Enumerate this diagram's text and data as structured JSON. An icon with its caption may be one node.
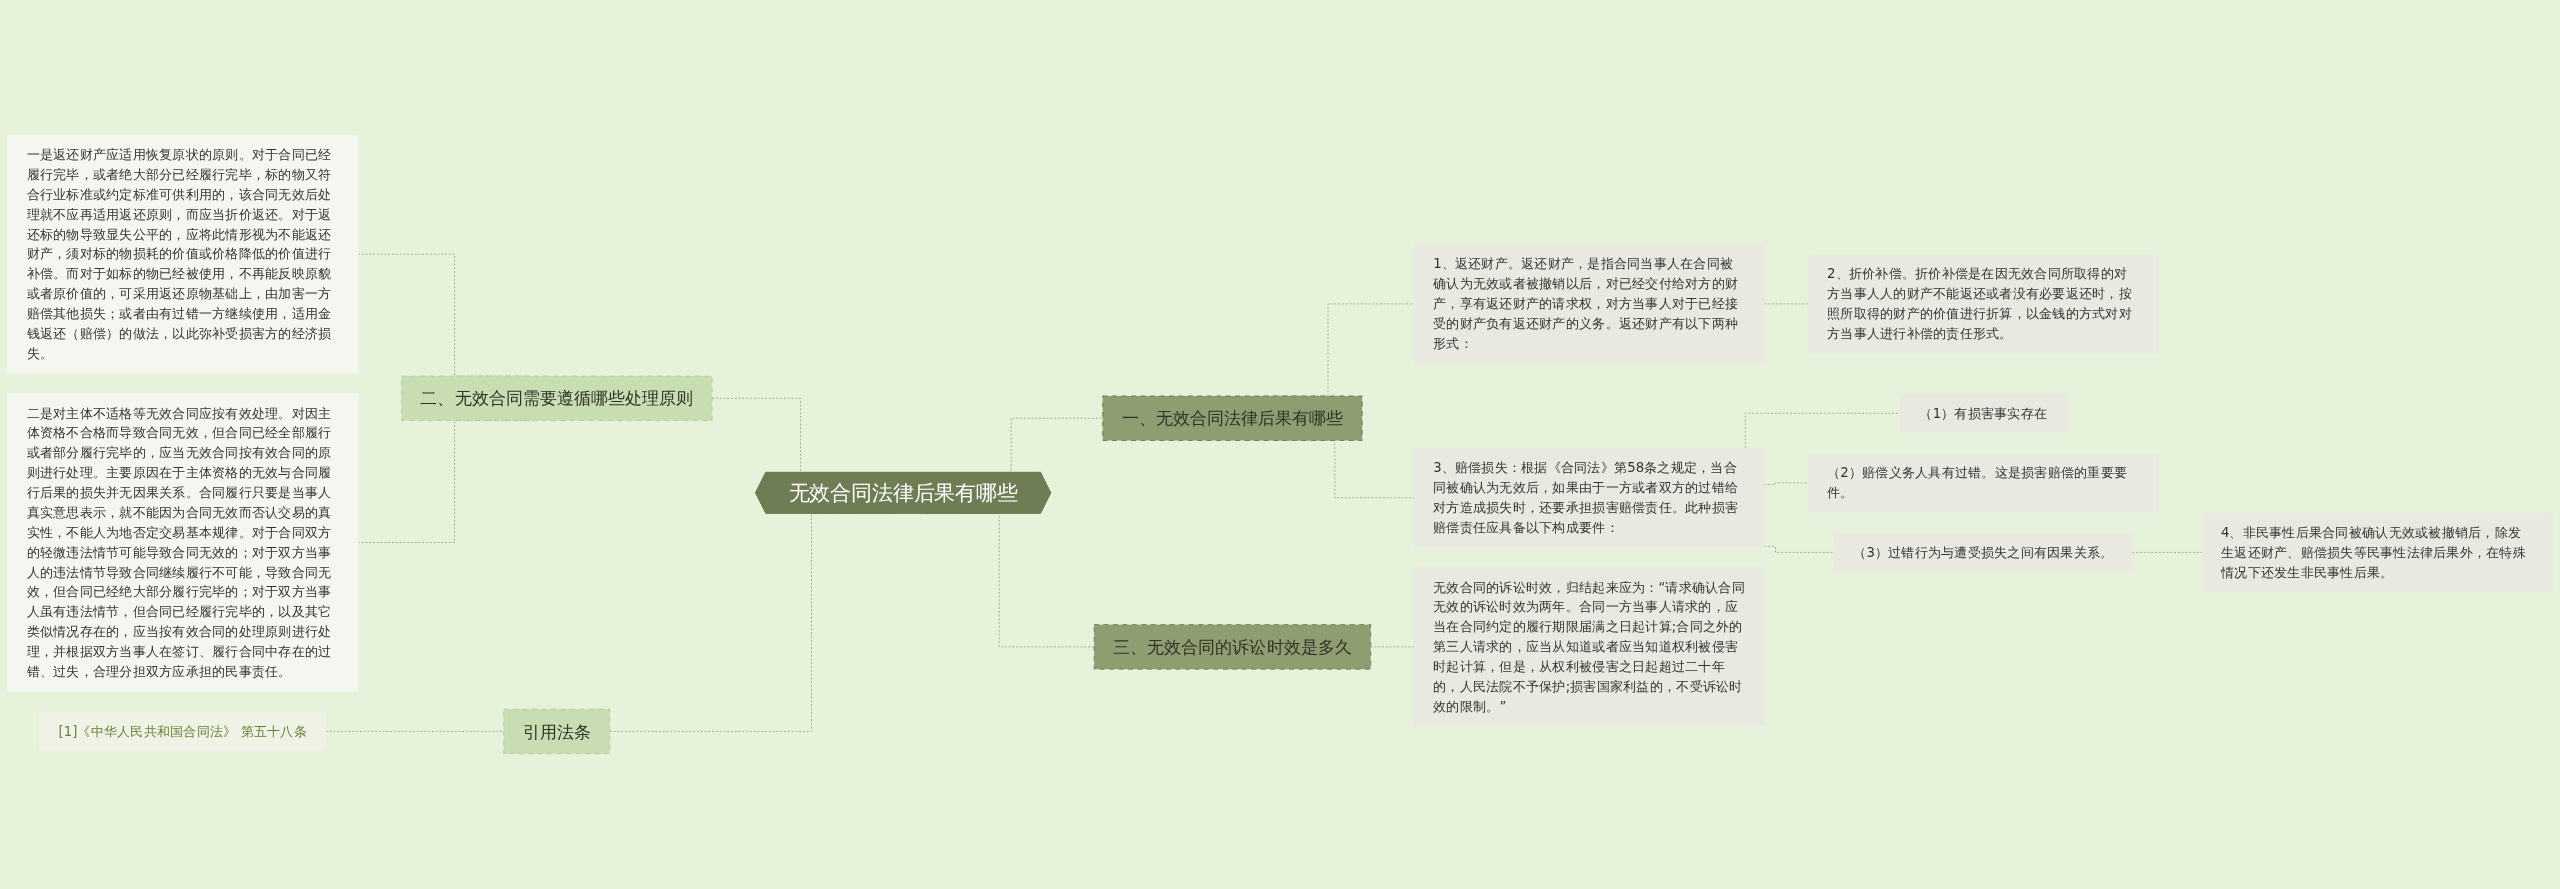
{
  "diagram": {
    "nodes": [
      {
        "text": [
          "无效合同法律后果有哪些"
        ]
      },
      {
        "text": [
          "一、无效合同法律后果有哪些"
        ]
      },
      {
        "text": [
          "1、返还财产。返还财产，是指合同当事人在合同被确认为无效或者被撤销以后，对已经交付给对方的财产，享有返还财产的请求权，对方当事人对于已经接受的财产负有返还财产的义务。返还财产有以下两种形式："
        ]
      },
      {
        "text": [
          "2、折价补偿。折价补偿是在因无效合同所取得的对方当事人人的财产不能返还或者没有必要返还时，按照所取得的财产的价值进行折算，以金钱的方式对对方当事人进行补偿的责任形式。"
        ]
      },
      {
        "text": [
          "3、赔偿损失：根据《合同法》第58条之规定，当合同被确认为无效后，如果由于一方或者双方的过错给对方造成损失时，还要承担损害赔偿责任。此种损害赔偿责任应具备以下构成要件："
        ]
      },
      {
        "text": [
          "（1）有损害事实存在"
        ]
      },
      {
        "text": [
          "（2）赔偿义务人具有过错。这是损害赔偿的重要要件。"
        ]
      },
      {
        "text": [
          "（3）过错行为与遭受损失之间有因果关系。"
        ]
      },
      {
        "text": [
          "4、非民事性后果合同被确认无效或被撤销后，除发生返还财产、赔偿损失等民事性法律后果外，在特殊情况下还发生非民事性后果。"
        ]
      },
      {
        "text": [
          "三、无效合同的诉讼时效是多久"
        ]
      },
      {
        "text": [
          "无效合同的诉讼时效，归结起来应为：“请求确认合同无效的诉讼时效为两年。合同一方当事人请求的，应当在合同约定的履行期限届满之日起计算;合同之外的第三人请求的，应当从知道或者应当知道权利被侵害时起计算，但是，从权利被侵害之日起超过二十年的，人民法院不予保护;损害国家利益的，不受诉讼时效的限制。”"
        ]
      },
      {
        "text": [
          "二、无效合同需要遵循哪些处理原则"
        ]
      },
      {
        "text": [
          "一是返还财产应适用恢复原状的原则。对于合同已经履行完毕，或者绝大部分已经履行完毕，标的物又符合行业标准或约定标准可供利用的，该合同无效后处理就不应再适用返还原则，而应当折价返还。对于返还标的物导致显失公平的，应将此情形视为不能返还财产，须对标的物损耗的价值或价格降低的价值进行补偿。而对于如标的物已经被使用，不再能反映原貌或者原价值的，可采用返还原物基础上，由加害一方赔偿其他损失；或者由有过错一方继续使用，适用金钱返还（赔偿）的做法，以此弥补受损害方的经济损失。"
        ]
      },
      {
        "text": [
          "二是对主体不适格等无效合同应按有效处理。对因主体资格不合格而导致合同无效，但合同已经全部履行或者部分履行完毕的，应当无效合同按有效合同的原则进行处理。主要原因在于主体资格的无效与合同履行后果的损失并无因果关系。合同履行只要是当事人真实意思表示，就不能因为合同无效而否认交易的真实性，不能人为地否定交易基本规律。对于合同双方的轻微违法情节可能导致合同无效的；对于双方当事人的违法情节导致合同继续履行不可能，导致合同无效，但合同已经绝大部分履行完毕的；对于双方当事人虽有违法情节，但合同已经履行完毕的，以及其它类似情况存在的，应当按有效合同的处理原则进行处理，并根据双方当事人在签订、履行合同中存在的过错、过失，合理分担双方应承担的民事责任。"
        ]
      },
      {
        "text": [
          "引用法条"
        ]
      },
      {
        "text": [
          "[1]《中华人民共和国合同法》 第五十八条"
        ]
      }
    ],
    "edges": [
      {
        "from": 0,
        "to": 1,
        "arrow": "none",
        "style": "dashed"
      },
      {
        "from": 1,
        "to": 2,
        "arrow": "none",
        "style": "dashed"
      },
      {
        "from": 2,
        "to": 3,
        "arrow": "none",
        "style": "dashed"
      },
      {
        "from": 1,
        "to": 4,
        "arrow": "none",
        "style": "dashed"
      },
      {
        "from": 4,
        "to": 5,
        "arrow": "none",
        "style": "dashed"
      },
      {
        "from": 4,
        "to": 6,
        "arrow": "none",
        "style": "dashed"
      },
      {
        "from": 4,
        "to": 7,
        "arrow": "none",
        "style": "dashed"
      },
      {
        "from": 7,
        "to": 8,
        "arrow": "none",
        "style": "dashed"
      },
      {
        "from": 0,
        "to": 9,
        "arrow": "none",
        "style": "dashed"
      },
      {
        "from": 9,
        "to": 10,
        "arrow": "none",
        "style": "dashed"
      },
      {
        "from": 12,
        "to": 11,
        "arrow": "none",
        "style": "dashed"
      },
      {
        "from": 13,
        "to": 11,
        "arrow": "none",
        "style": "dashed"
      },
      {
        "from": 11,
        "to": 0,
        "arrow": "none",
        "style": "dashed"
      },
      {
        "from": 15,
        "to": 14,
        "arrow": "none",
        "style": "dashed"
      },
      {
        "from": 14,
        "to": 0,
        "arrow": "none",
        "style": "dashed"
      }
    ]
  }
}
